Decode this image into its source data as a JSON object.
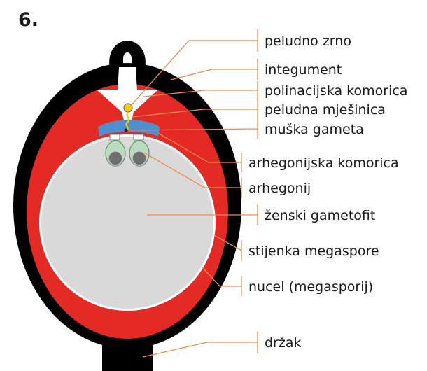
{
  "figure_number": "6.",
  "labels": [
    "peludno zrno",
    "integument",
    "polinacijska komorica",
    "peludna mješinica",
    "muška gameta",
    "arhegonijska komorica",
    "arhegonij",
    "ženski gametofit",
    "stijenka megaspore",
    "nucel (megasporij)",
    "držak"
  ],
  "colors": {
    "integument": "#000000",
    "nucellus": "#e32a24",
    "female_gametophyte": "#d9d9d9",
    "megaspore_wall": "#ffffff",
    "archegonial_chamber": "#4f8fd0",
    "archegonium": "#b9dcbf",
    "pollen": "#f2c81a",
    "leader_lines": "#f08a4b"
  }
}
